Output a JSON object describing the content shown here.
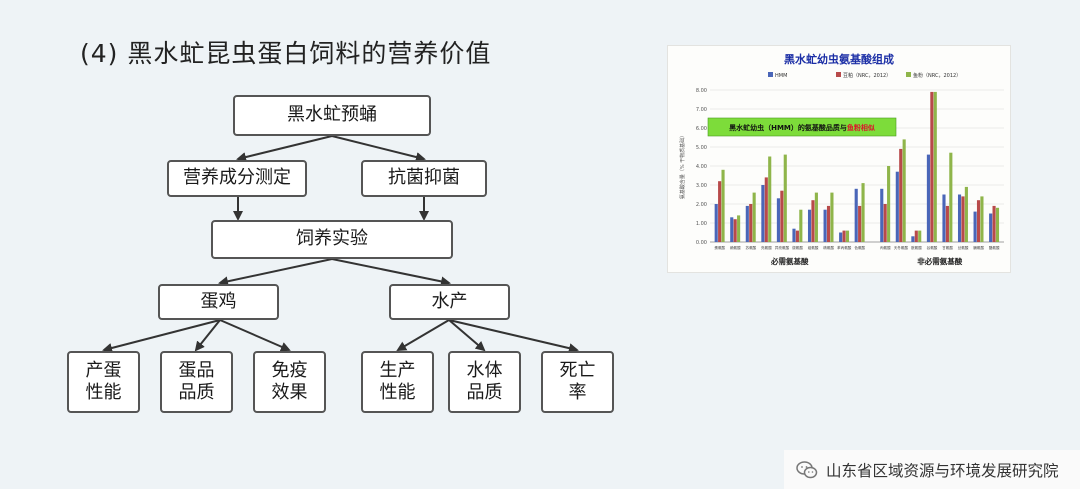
{
  "heading": "(4) 黑水虻昆虫蛋白饲料的营养价值",
  "flowchart": {
    "root": "黑水虻预蛹",
    "nutrient_test": "营养成分测定",
    "antibacterial": "抗菌抑菌",
    "feeding_trial": "饲养实验",
    "laying_hen": "蛋鸡",
    "aquaculture": "水产",
    "egg_performance": [
      "产蛋",
      "性能"
    ],
    "egg_quality": [
      "蛋品",
      "品质"
    ],
    "immune_effect": [
      "免疫",
      "效果"
    ],
    "production_performance": [
      "生产",
      "性能"
    ],
    "water_quality": [
      "水体",
      "品质"
    ],
    "mortality": [
      "死亡",
      "率"
    ]
  },
  "chart_data": {
    "type": "bar",
    "title": "黑水虻幼虫氨基酸组成",
    "ylabel": "氨基酸含量（% 干物质基础）",
    "ylim": [
      0,
      8
    ],
    "yticks": [
      "0.00",
      "1.00",
      "2.00",
      "3.00",
      "4.00",
      "5.00",
      "6.00",
      "7.00",
      "8.00"
    ],
    "legend_position": "top",
    "annotation": {
      "text_main": "黑水虻幼虫（HMM）的氨基酸品质与",
      "text_highlight": "鱼粉相似",
      "highlight_color": "#d9182c",
      "box_color": "#7ddc3a"
    },
    "groups": [
      {
        "label": "必需氨基酸",
        "categories": [
          "蛋氨酸",
          "赖氨酸",
          "苏氨酸",
          "亮氨酸",
          "异亮氨酸",
          "缬氨酸",
          "组氨酸",
          "精氨酸",
          "苯丙氨酸",
          "色氨酸"
        ]
      },
      {
        "label": "非必需氨基酸",
        "categories": [
          "丙氨酸",
          "天冬氨酸",
          "胱氨酸",
          "谷氨酸",
          "甘氨酸",
          "丝氨酸",
          "脯氨酸",
          "酪氨酸"
        ]
      }
    ],
    "categories": [
      "蛋氨酸",
      "赖氨酸",
      "苏氨酸",
      "亮氨酸",
      "异亮氨酸",
      "缬氨酸",
      "组氨酸",
      "精氨酸",
      "苯丙氨酸",
      "色氨酸",
      "丙氨酸",
      "天冬氨酸",
      "胱氨酸",
      "谷氨酸",
      "甘氨酸",
      "丝氨酸",
      "脯氨酸",
      "酪氨酸"
    ],
    "series": [
      {
        "name": "HMM",
        "color": "#4a66b8",
        "values": [
          2.0,
          1.3,
          1.9,
          3.0,
          2.3,
          0.7,
          1.7,
          1.7,
          0.5,
          2.8,
          2.8,
          3.7,
          0.3,
          4.6,
          2.5,
          2.5,
          1.6,
          1.5
        ]
      },
      {
        "name": "豆粕（NRC，2012）",
        "color": "#b84a4a",
        "values": [
          3.2,
          1.2,
          2.0,
          3.4,
          2.7,
          0.6,
          2.2,
          1.9,
          0.6,
          1.9,
          2.0,
          4.9,
          0.6,
          7.9,
          1.9,
          2.4,
          2.2,
          1.9
        ]
      },
      {
        "name": "鱼粉（NRC，2012）",
        "color": "#8fb54a",
        "values": [
          3.8,
          1.4,
          2.6,
          4.5,
          4.6,
          1.7,
          2.6,
          2.6,
          0.6,
          3.1,
          4.0,
          5.4,
          0.6,
          7.9,
          4.7,
          2.9,
          2.4,
          1.8
        ]
      }
    ]
  },
  "watermark": {
    "text": "山东省区域资源与环境发展研究院",
    "icon": "wechat-icon"
  }
}
